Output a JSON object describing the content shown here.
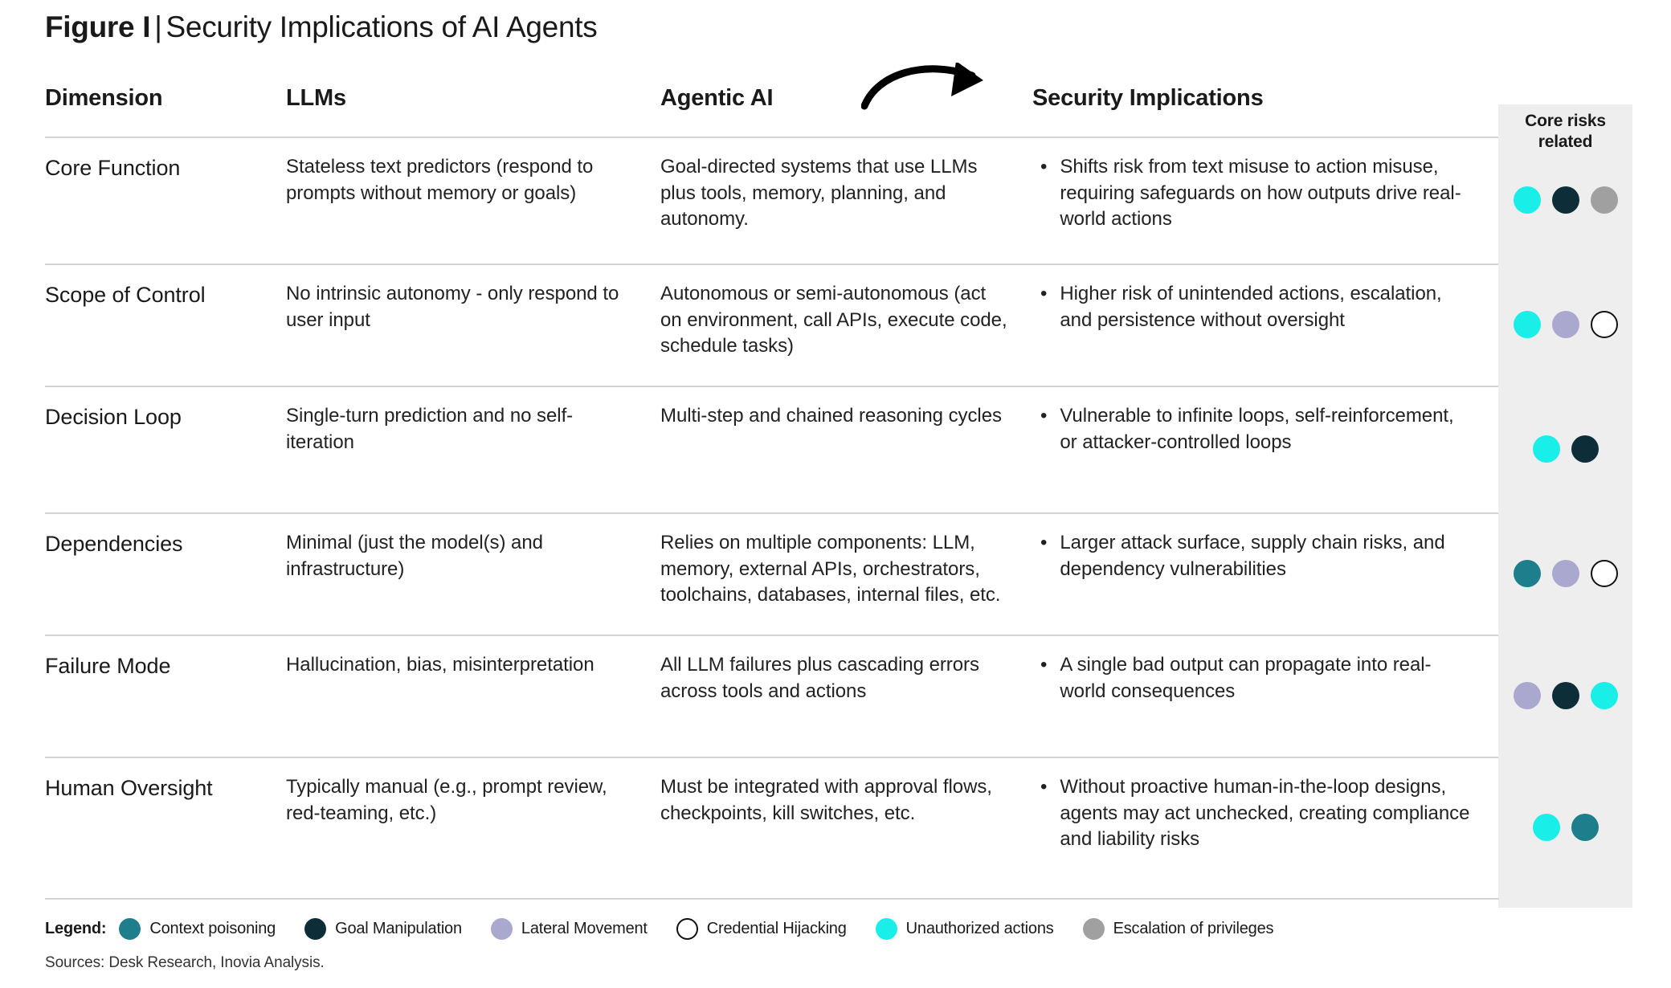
{
  "figure": {
    "label": "Figure I",
    "separator": "|",
    "title": "Security Implications of AI Agents"
  },
  "columns": {
    "dimension": "Dimension",
    "llms": "LLMs",
    "agentic": "Agentic AI",
    "implications": "Security Implications",
    "risks": "Core risks related"
  },
  "palette": {
    "context_poisoning": "#1f7e8c",
    "goal_manipulation": "#0d2e38",
    "lateral_movement": "#aaa8cf",
    "credential_hijacking": "#ffffff",
    "unauthorized_actions": "#19efe8",
    "escalation_of_privileges": "#a0a0a0",
    "band": "#eeeeee",
    "rule": "#d5d5d5"
  },
  "rows": [
    {
      "dimension": "Core Function",
      "llms": "Stateless text predictors (respond to prompts without memory or goals)",
      "agentic": "Goal-directed systems that use LLMs plus tools, memory, planning, and autonomy.",
      "implication": "Shifts risk from text misuse to action misuse, requiring safeguards on how outputs drive real-world actions",
      "bullet": "•",
      "risks": [
        "unauthorized_actions",
        "goal_manipulation",
        "escalation_of_privileges"
      ]
    },
    {
      "dimension": "Scope of Control",
      "llms": "No intrinsic autonomy - only respond to user input",
      "agentic": "Autonomous or semi-autonomous (act on environment, call APIs, execute code, schedule tasks)",
      "implication": "Higher risk of unintended actions, escalation, and persistence without oversight",
      "bullet": "•",
      "risks": [
        "unauthorized_actions",
        "lateral_movement",
        "credential_hijacking"
      ]
    },
    {
      "dimension": "Decision Loop",
      "llms": "Single-turn prediction and no self-iteration",
      "agentic": "Multi-step and chained reasoning cycles",
      "implication": "Vulnerable to infinite loops, self-reinforcement, or attacker-controlled loops",
      "bullet": "•",
      "risks": [
        "unauthorized_actions",
        "goal_manipulation"
      ]
    },
    {
      "dimension": "Dependencies",
      "llms": "Minimal (just the model(s) and infrastructure)",
      "agentic": "Relies on multiple components: LLM, memory, external APIs, orchestrators, toolchains, databases, internal files, etc.",
      "implication": "Larger attack surface, supply chain risks, and dependency vulnerabilities",
      "bullet": "•",
      "risks": [
        "context_poisoning",
        "lateral_movement",
        "credential_hijacking"
      ]
    },
    {
      "dimension": "Failure Mode",
      "llms": "Hallucination, bias, misinterpretation",
      "agentic": "All LLM failures plus cascading errors across tools and actions",
      "implication": "A single bad output can propagate into real-world consequences",
      "bullet": "•",
      "risks": [
        "lateral_movement",
        "goal_manipulation",
        "unauthorized_actions"
      ]
    },
    {
      "dimension": "Human Oversight",
      "llms": "Typically manual (e.g., prompt review, red-teaming, etc.)",
      "agentic": "Must be integrated with approval flows, checkpoints, kill switches, etc.",
      "implication": "Without proactive human-in-the-loop designs, agents may act unchecked, creating compliance and liability risks",
      "bullet": "•",
      "risks": [
        "unauthorized_actions",
        "context_poisoning"
      ]
    }
  ],
  "legend": {
    "label": "Legend:",
    "items": [
      {
        "key": "context_poisoning",
        "text": "Context poisoning"
      },
      {
        "key": "goal_manipulation",
        "text": "Goal Manipulation"
      },
      {
        "key": "lateral_movement",
        "text": "Lateral Movement"
      },
      {
        "key": "credential_hijacking",
        "text": "Credential Hijacking"
      },
      {
        "key": "unauthorized_actions",
        "text": "Unauthorized actions"
      },
      {
        "key": "escalation_of_privileges",
        "text": "Escalation of privileges"
      }
    ]
  },
  "sources": "Sources: Desk Research, Inovia Analysis."
}
